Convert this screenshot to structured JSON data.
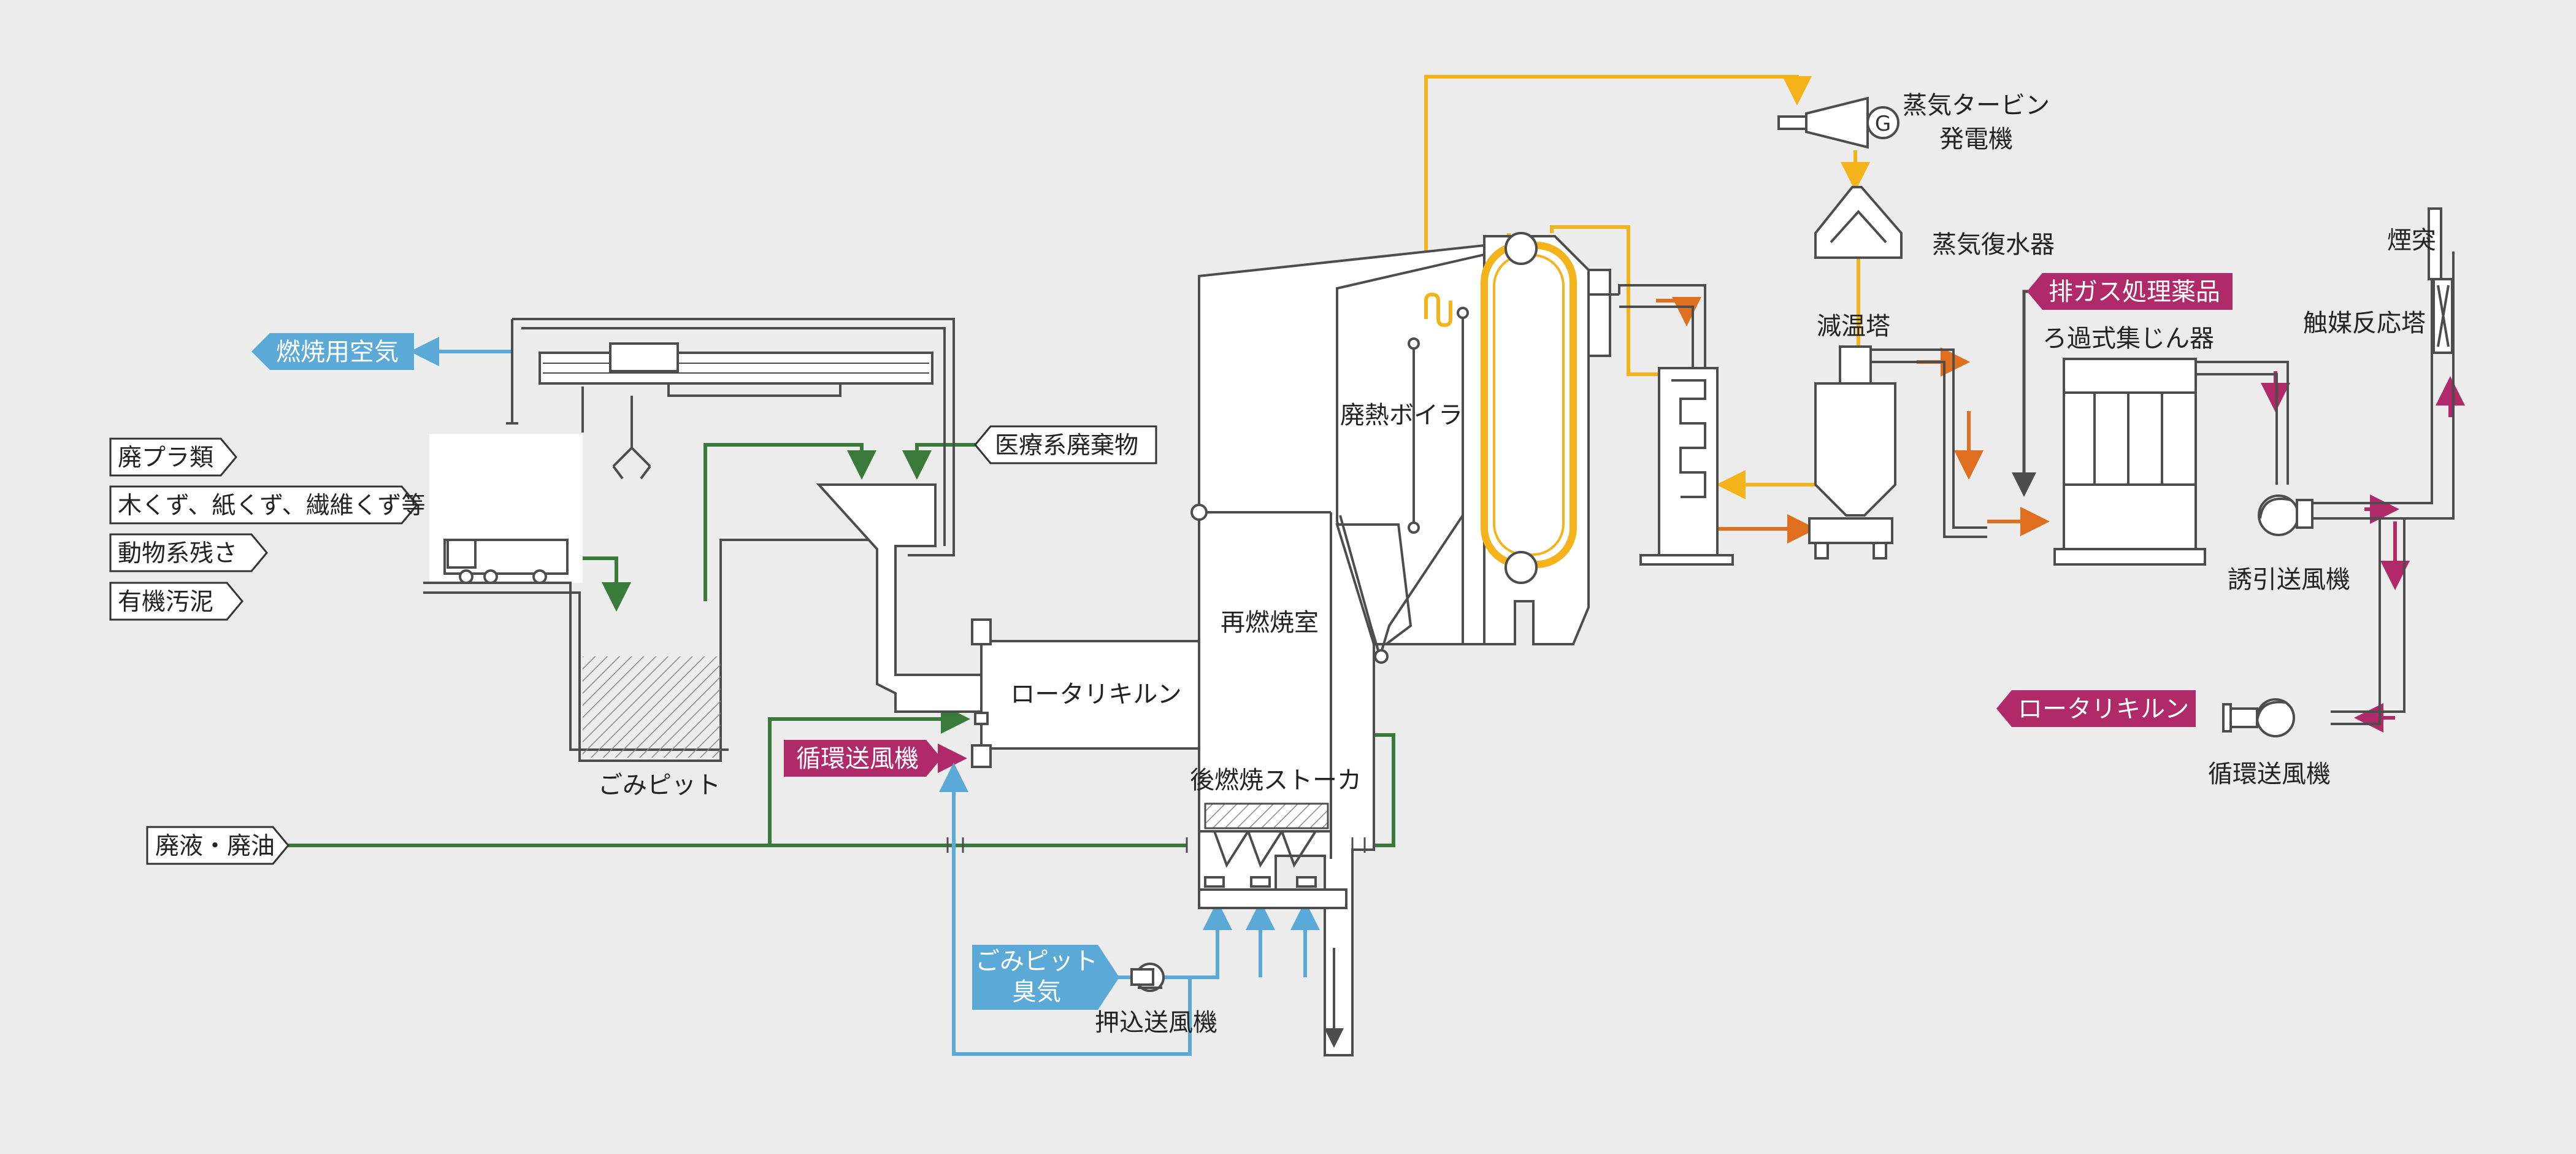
{
  "colors": {
    "background": "#ececec",
    "equipment_stroke": "#4d4d4d",
    "steam_yellow": "#f5b31b",
    "gas_orange": "#e07020",
    "recirculation_magenta": "#b02a6a",
    "waste_green": "#3a7a3a",
    "air_blue": "#5aa9d6",
    "tag_magenta": "#b02a6a",
    "tag_blue": "#5aa9d6"
  },
  "inputs": {
    "combustion_air": "燃焼用空気",
    "waste_plastics": "廃プラ類",
    "wood_paper_fiber": "木くず、紙くず、繊維くず等",
    "animal_residue": "動物系残さ",
    "organic_sludge": "有機汚泥",
    "medical_waste": "医療系廃棄物",
    "waste_liquid_oil": "廃液・廃油",
    "pit_odor": "ごみピット臭気",
    "exhaust_chemicals": "排ガス処理薬品"
  },
  "equipment": {
    "garbage_pit": "ごみピット",
    "rotary_kiln": "ロータリキルン",
    "recirculation_fan": "循環送風機",
    "post_combustion_stoker": "後燃焼ストーカ",
    "reburn_chamber": "再燃焼室",
    "waste_heat_boiler": "廃熱ボイラ",
    "steam_turbine": "蒸気タービン",
    "generator": "発電機",
    "generator_symbol": "G",
    "steam_condenser": "蒸気復水器",
    "cooling_tower": "減温塔",
    "bag_filter": "ろ過式集じん器",
    "induced_draft_fan": "誘引送風機",
    "catalytic_reactor": "触媒反応塔",
    "stack": "煙突",
    "forced_draft_fan": "押込送風機",
    "rotary_kiln_return": "ロータリキルン",
    "recirculation_fan_right": "循環送風機"
  }
}
